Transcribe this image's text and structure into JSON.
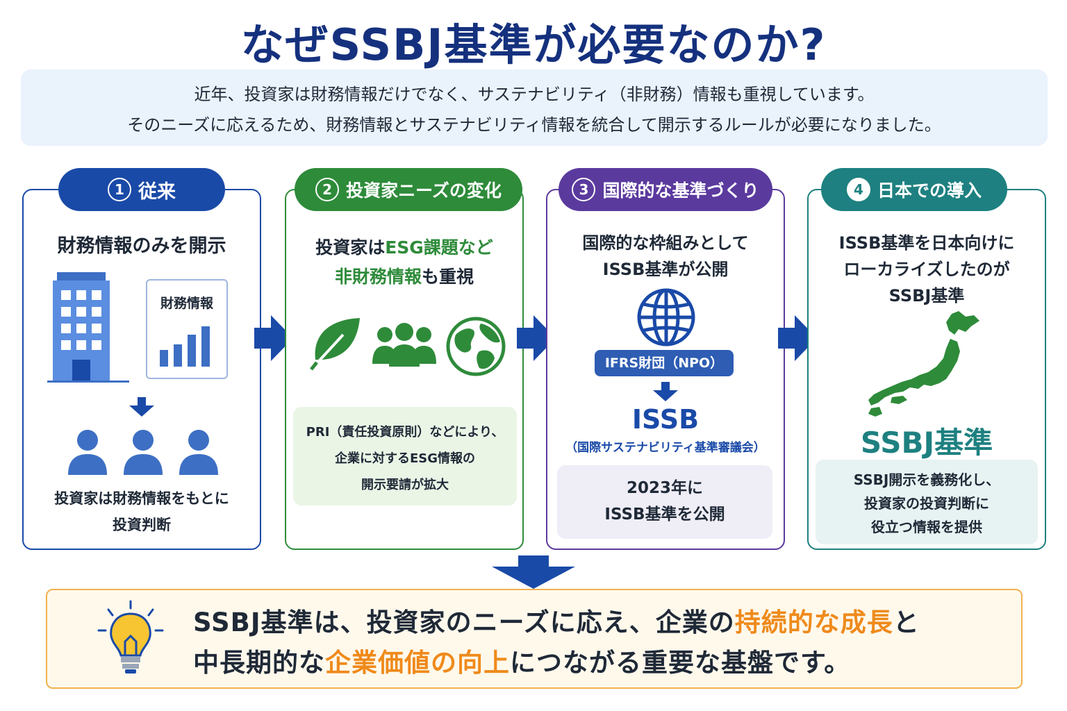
{
  "title": "なぜSSBJ基準が必要なのか?",
  "intro": {
    "line1": "近年、投資家は財務情報だけでなく、サステナビリティ（非財務）情報も重視しています。",
    "line2": "そのニーズに応えるため、財務情報とサステナビリティ情報を統合して開示するルールが必要になりました。"
  },
  "steps": [
    {
      "number": "1",
      "title": "従来",
      "heading": "財務情報のみを開示",
      "doc_label": "財務情報",
      "bottom_line1": "投資家は財務情報をもとに",
      "bottom_line2": "投資判断"
    },
    {
      "number": "2",
      "title": "投資家ニーズの変化",
      "heading_a": "投資家は",
      "heading_b": "ESG課題など",
      "heading_c": "非財務情報",
      "heading_d": "も重視",
      "box_line1": "PRI（責任投資原則）などにより、",
      "box_line2": "企業に対するESG情報の",
      "box_line3": "開示要請が拡大"
    },
    {
      "number": "3",
      "title": "国際的な基準づくり",
      "heading_line1": "国際的な枠組みとして",
      "heading_line2": "ISSB基準が公開",
      "org_label": "IFRS財団（NPO）",
      "issb": "ISSB",
      "issb_sub": "（国際サステナビリティ基準審議会）",
      "box_line1": "2023年に",
      "box_line2": "ISSB基準を公開"
    },
    {
      "number": "4",
      "title": "日本での導入",
      "heading_line1": "ISSB基準を日本向けに",
      "heading_line2": "ローカライズしたのが",
      "heading_line3": "SSBJ基準",
      "big_label": "SSBJ基準",
      "box_line1": "SSBJ開示を義務化し、",
      "box_line2": "投資家の投資判断に",
      "box_line3": "役立つ情報を提供"
    }
  ],
  "summary": {
    "l1_a": "SSBJ基準は、投資家のニーズに応え、企業の",
    "l1_b": "持続的な成長",
    "l1_c": "と",
    "l2_a": "中長期的な",
    "l2_b": "企業価値の向上",
    "l2_c": "につながる重要な基盤です。"
  },
  "colors": {
    "navy": "#15317e",
    "step1": "#1a4aa8",
    "step2": "#2e8b3a",
    "step3": "#5b3a9e",
    "step4": "#1e8080",
    "arrow": "#1a4aa8",
    "orange": "#ef8a1b"
  },
  "icons": [
    "building-icon",
    "report-chart-icon",
    "people-icon",
    "leaf-icon",
    "group-icon",
    "globe-icon",
    "japan-map-icon",
    "lightbulb-icon"
  ]
}
